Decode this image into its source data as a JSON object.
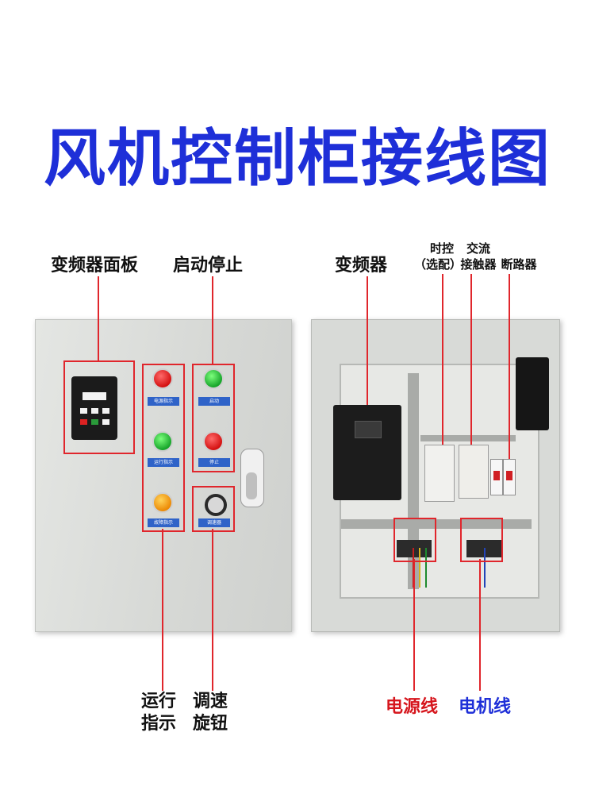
{
  "title": "风机控制柜接线图",
  "labels": {
    "vfd_panel": "变频器面板",
    "start_stop": "启动停止",
    "vfd": "变频器",
    "timer_l1": "时控",
    "timer_l2": "（选配）",
    "contactor_l1": "交流",
    "contactor_l2": "接触器",
    "breaker": "断路器",
    "run_l1": "运行",
    "run_l2": "指示",
    "speed_l1": "调速",
    "speed_l2": "旋钮",
    "power_line": "电源线",
    "motor_line": "电机线"
  },
  "colors": {
    "title": "#1e2fd8",
    "callout": "#e0262c",
    "power_line": "#d6161d",
    "motor_line": "#1e2fd8"
  },
  "cabinet_tags": [
    "电源指示",
    "运行指示",
    "故障指示",
    "启动",
    "停止",
    "调速器"
  ]
}
